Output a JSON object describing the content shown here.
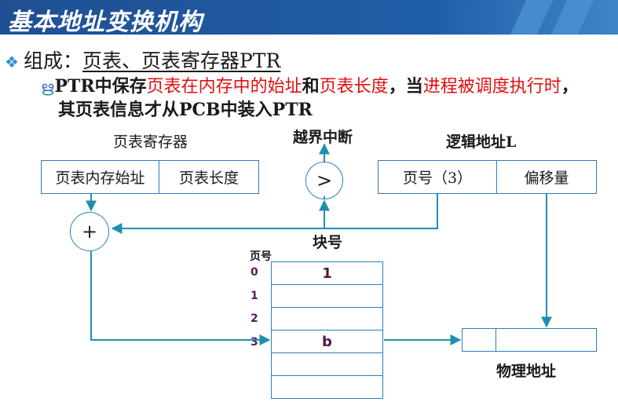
{
  "title": "基本地址变换机构",
  "bullet": {
    "prefix": "组成：",
    "underlined": "页表、页表寄存器PTR"
  },
  "sub": {
    "p1": "PTR中保存",
    "p2": "页表在内存中的始址",
    "p3": "和",
    "p4": "页表长度",
    "p5": "，当",
    "p6": "进程被调度执行时",
    "p7": "，",
    "p8": "其页表信息才从PCB中装入PTR"
  },
  "diagram": {
    "page_table_register_label": "页表寄存器",
    "ptr_start_field": "页表内存始址",
    "ptr_length_field": "页表长度",
    "compare_symbol": ">",
    "add_symbol": "+",
    "overflow_interrupt_label": "越界中断",
    "logical_address_label": "逻辑地址L",
    "page_number_field": "页号（3）",
    "offset_field": "偏移量",
    "block_number_label": "块号",
    "page_number_column_label": "页号",
    "page_indices": [
      "0",
      "1",
      "2",
      "3"
    ],
    "page_table_rows": [
      "1",
      "",
      "",
      "b",
      "",
      ""
    ],
    "physical_address_label": "物理地址"
  },
  "colors": {
    "title_bg": "#1f5ea7",
    "highlight_red": "#e20e0e",
    "line_blue": "#2a7fbd",
    "arrow_teal": "#1f8fb0"
  }
}
